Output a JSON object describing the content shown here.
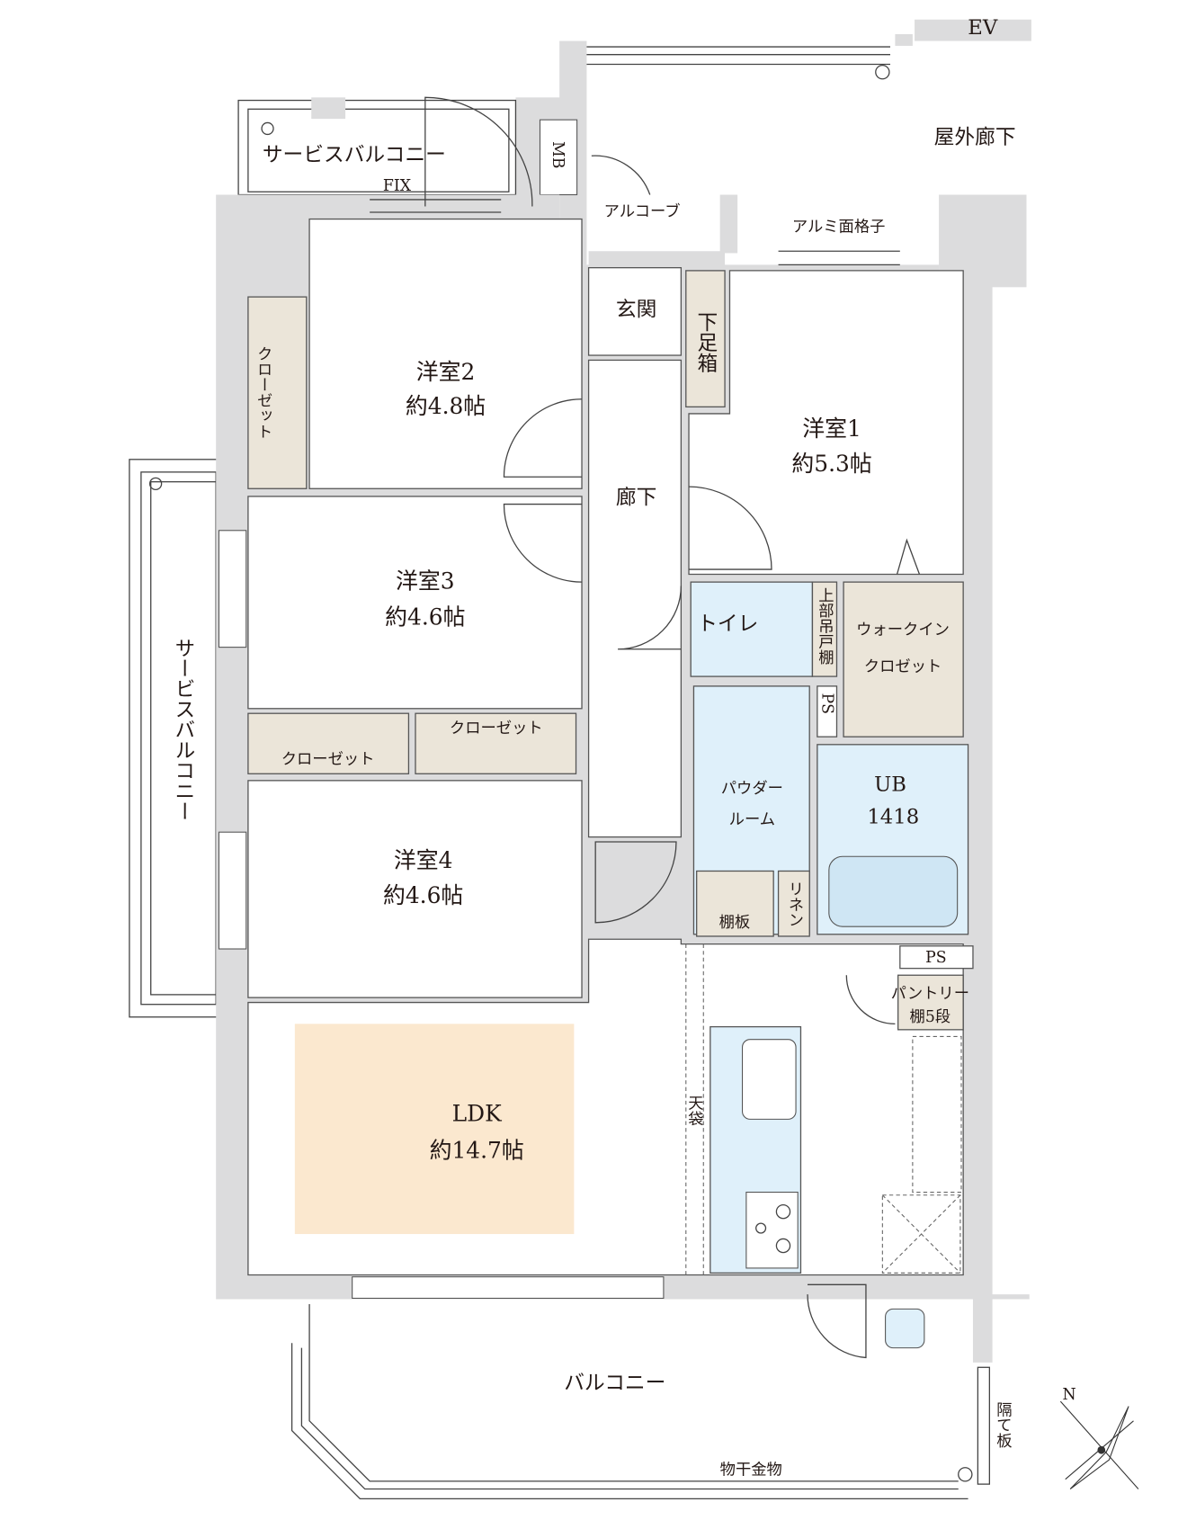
{
  "colors": {
    "wall": "#dcdcdd",
    "closet": "#ebe5d9",
    "wet_area": "#dff0fa",
    "ldk_highlight": "#fbe8cf"
  },
  "outside": {
    "ev": "EV",
    "corridor": "屋外廊下",
    "alcove": "アルコーブ",
    "lattice": "アルミ面格子",
    "mb": "MB"
  },
  "service_balcony_top": {
    "label": "サービスバルコニー",
    "fix": "FIX"
  },
  "service_balcony_left": {
    "label": "サービスバルコニー"
  },
  "rooms": {
    "room2": {
      "name": "洋室2",
      "size": "約4.8帖"
    },
    "room1": {
      "name": "洋室1",
      "size": "約5.3帖"
    },
    "room3": {
      "name": "洋室3",
      "size": "約4.6帖"
    },
    "room4": {
      "name": "洋室4",
      "size": "約4.6帖"
    },
    "ldk": {
      "name": "LDK",
      "size": "約14.7帖"
    },
    "entrance": "玄関",
    "shoe_box": "下足箱",
    "hallway": "廊下",
    "toilet": "トイレ",
    "upper_cabinet": "上部吊戸棚",
    "walkin_1": "ウォークイン",
    "walkin_2": "クロゼット",
    "ps1": "PS",
    "powder_1": "パウダー",
    "powder_2": "ルーム",
    "ub": "UB",
    "ub_size": "1418",
    "shelf": "棚板",
    "linen": "リネン",
    "ps2": "PS",
    "pantry_1": "パントリー",
    "pantry_2": "棚5段",
    "ceiling_storage": "天袋",
    "closet_left": "クローゼット",
    "closet_a": "クローゼット",
    "closet_b": "クローゼット"
  },
  "balcony": {
    "label": "バルコニー",
    "drying": "物干金物",
    "partition": "隔て板"
  },
  "compass": {
    "north": "N"
  }
}
